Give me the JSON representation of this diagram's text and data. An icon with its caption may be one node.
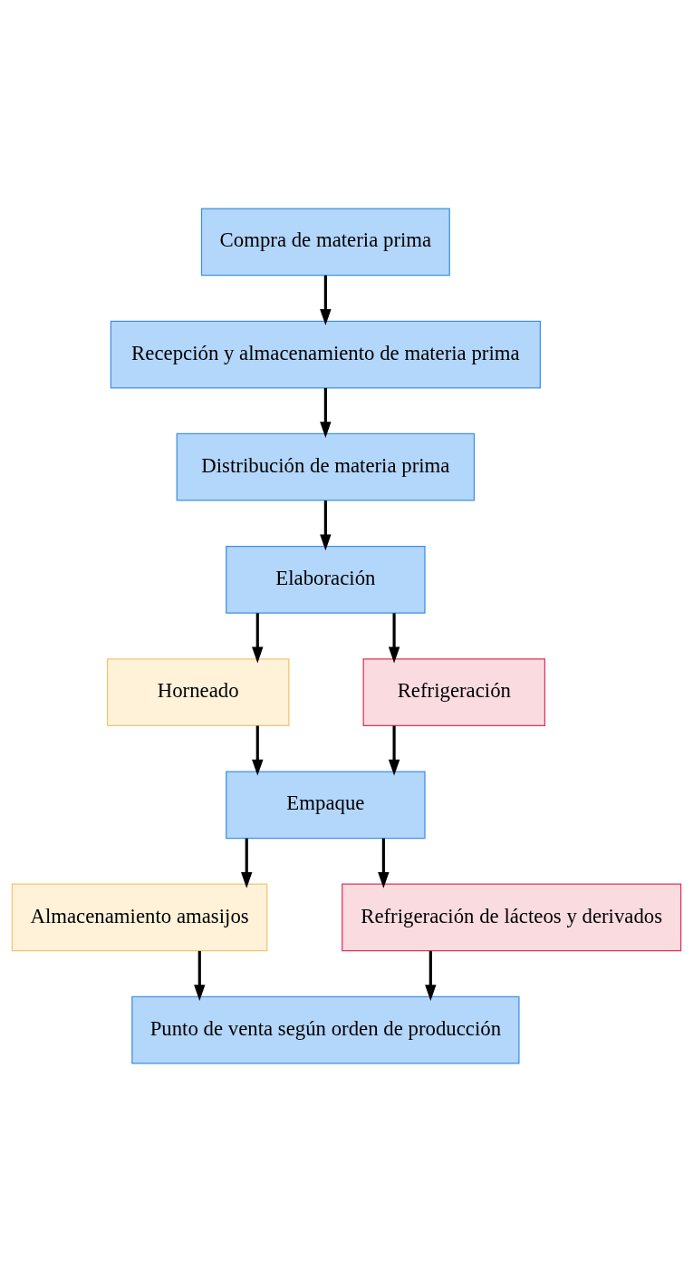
{
  "diagram": {
    "nodes": [
      {
        "text": [
          "Compra de materia prima"
        ]
      },
      {
        "text": [
          "Recepción y almacenamiento de materia prima"
        ]
      },
      {
        "text": [
          "Distribución de materia prima"
        ]
      },
      {
        "text": [
          "Elaboración"
        ]
      },
      {
        "text": [
          "Horneado"
        ]
      },
      {
        "text": [
          "Refrigeración"
        ]
      },
      {
        "text": [
          "Empaque"
        ]
      },
      {
        "text": [
          "Almacenamiento amasijos"
        ]
      },
      {
        "text": [
          "Refrigeración de lácteos y derivados"
        ]
      },
      {
        "text": [
          "Punto de venta según orden de producción"
        ]
      }
    ],
    "edges": [
      {
        "from": 0,
        "to": 1,
        "arrow": "to"
      },
      {
        "from": 1,
        "to": 2,
        "arrow": "to"
      },
      {
        "from": 2,
        "to": 3,
        "arrow": "to"
      },
      {
        "from": 3,
        "to": 4,
        "arrow": "to"
      },
      {
        "from": 3,
        "to": 5,
        "arrow": "to"
      },
      {
        "from": 4,
        "to": 6,
        "arrow": "to"
      },
      {
        "from": 5,
        "to": 6,
        "arrow": "to"
      },
      {
        "from": 6,
        "to": 7,
        "arrow": "to"
      },
      {
        "from": 6,
        "to": 8,
        "arrow": "to"
      },
      {
        "from": 7,
        "to": 9,
        "arrow": "to"
      },
      {
        "from": 8,
        "to": 9,
        "arrow": "to"
      }
    ]
  }
}
